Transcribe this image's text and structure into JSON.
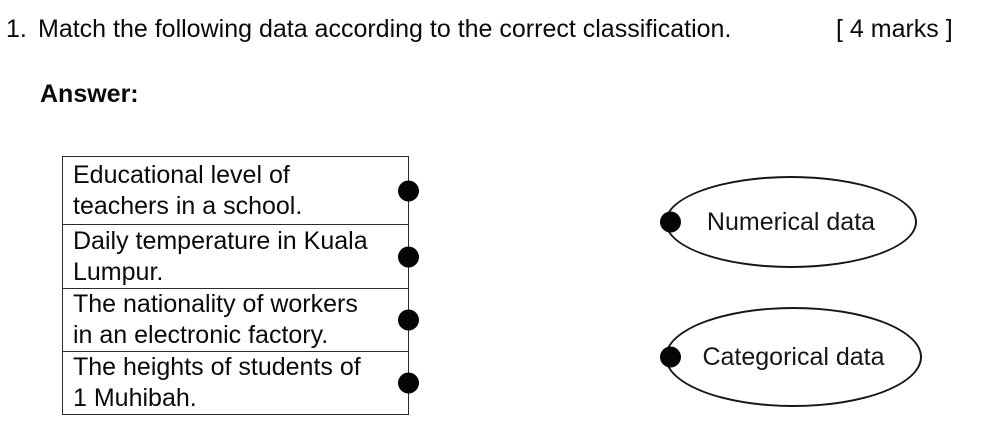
{
  "question": {
    "number": "1.",
    "text": "Match the following data according to the correct classification.",
    "marks": "[ 4 marks ]",
    "answer_label": "Answer:"
  },
  "match_items": [
    {
      "lines": [
        "Educational level of",
        "teachers in a school."
      ]
    },
    {
      "lines": [
        "Daily temperature in Kuala",
        "Lumpur."
      ]
    },
    {
      "lines": [
        "The nationality of workers",
        "in an electronic factory."
      ]
    },
    {
      "lines": [
        "The heights of students of",
        "1 Muhibah."
      ]
    }
  ],
  "classifications": [
    {
      "label": "Numerical data"
    },
    {
      "label": "Categorical data"
    }
  ],
  "colors": {
    "ink": "#0a0a0a",
    "background": "#ffffff",
    "dot": "#050505"
  }
}
